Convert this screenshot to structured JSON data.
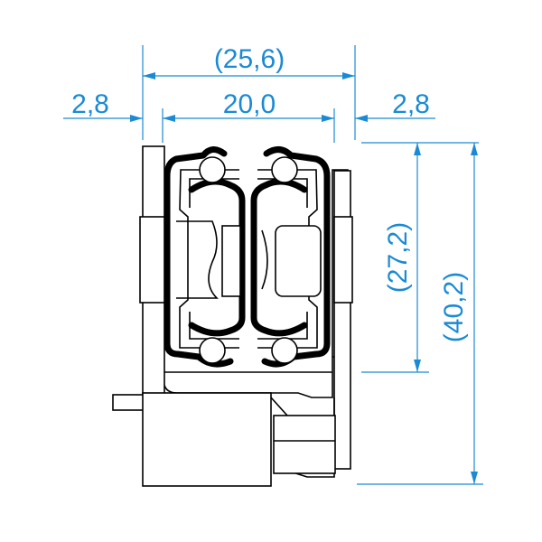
{
  "dimensions": {
    "overall_width": "(25,6)",
    "left_offset": "2,8",
    "inner_width": "20,0",
    "right_offset": "2,8",
    "slide_height": "(27,2)",
    "overall_height": "(40,2)"
  },
  "colors": {
    "dimension": "#1a8ad4",
    "drawing": "#000000"
  }
}
